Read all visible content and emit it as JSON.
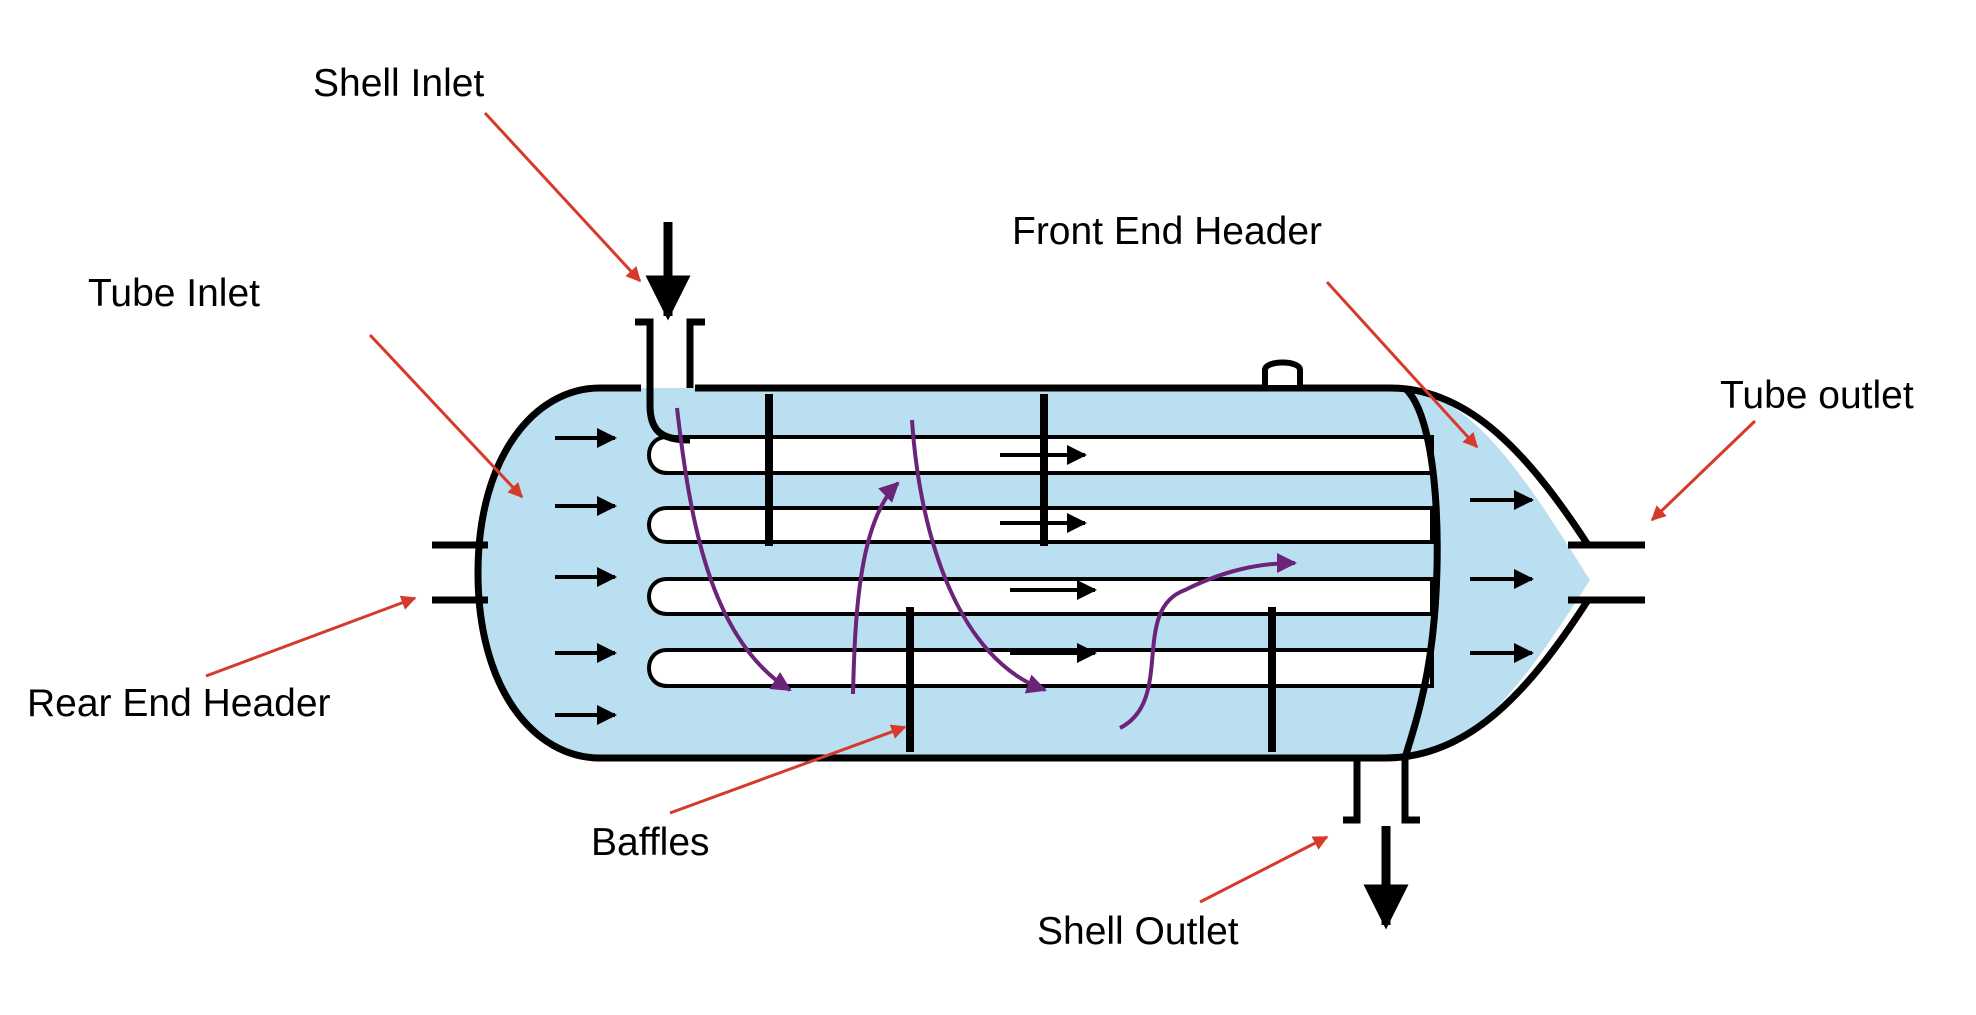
{
  "labels": {
    "shell_inlet": "Shell Inlet",
    "front_end_header": "Front End Header",
    "tube_inlet": "Tube Inlet",
    "tube_outlet": "Tube outlet",
    "rear_end_header": "Rear End Header",
    "baffles": "Baffles",
    "shell_outlet": "Shell Outlet"
  },
  "colors": {
    "fluid": "#b9dff0",
    "outline": "#000000",
    "pointer": "#d63a2a",
    "flow_path": "#6b2477"
  }
}
